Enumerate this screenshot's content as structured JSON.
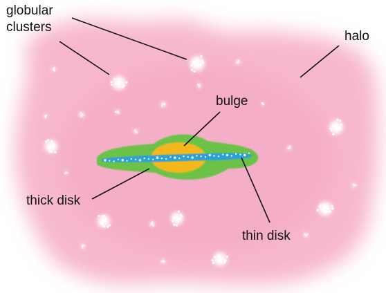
{
  "labels": {
    "globular_clusters_line1": "globular",
    "globular_clusters_line2": "clusters",
    "halo": "halo",
    "bulge": "bulge",
    "thick_disk": "thick disk",
    "thin_disk": "thin  disk"
  },
  "colors": {
    "background": "#ffffff",
    "halo": "#f7b8cf",
    "halo_core": "#f4a6c3",
    "thick_disk": "#6cc24a",
    "bulge": "#f5b81f",
    "thin_disk": "#2fa0d8",
    "clusters": "#ffffff",
    "leader_lines": "#111111"
  }
}
